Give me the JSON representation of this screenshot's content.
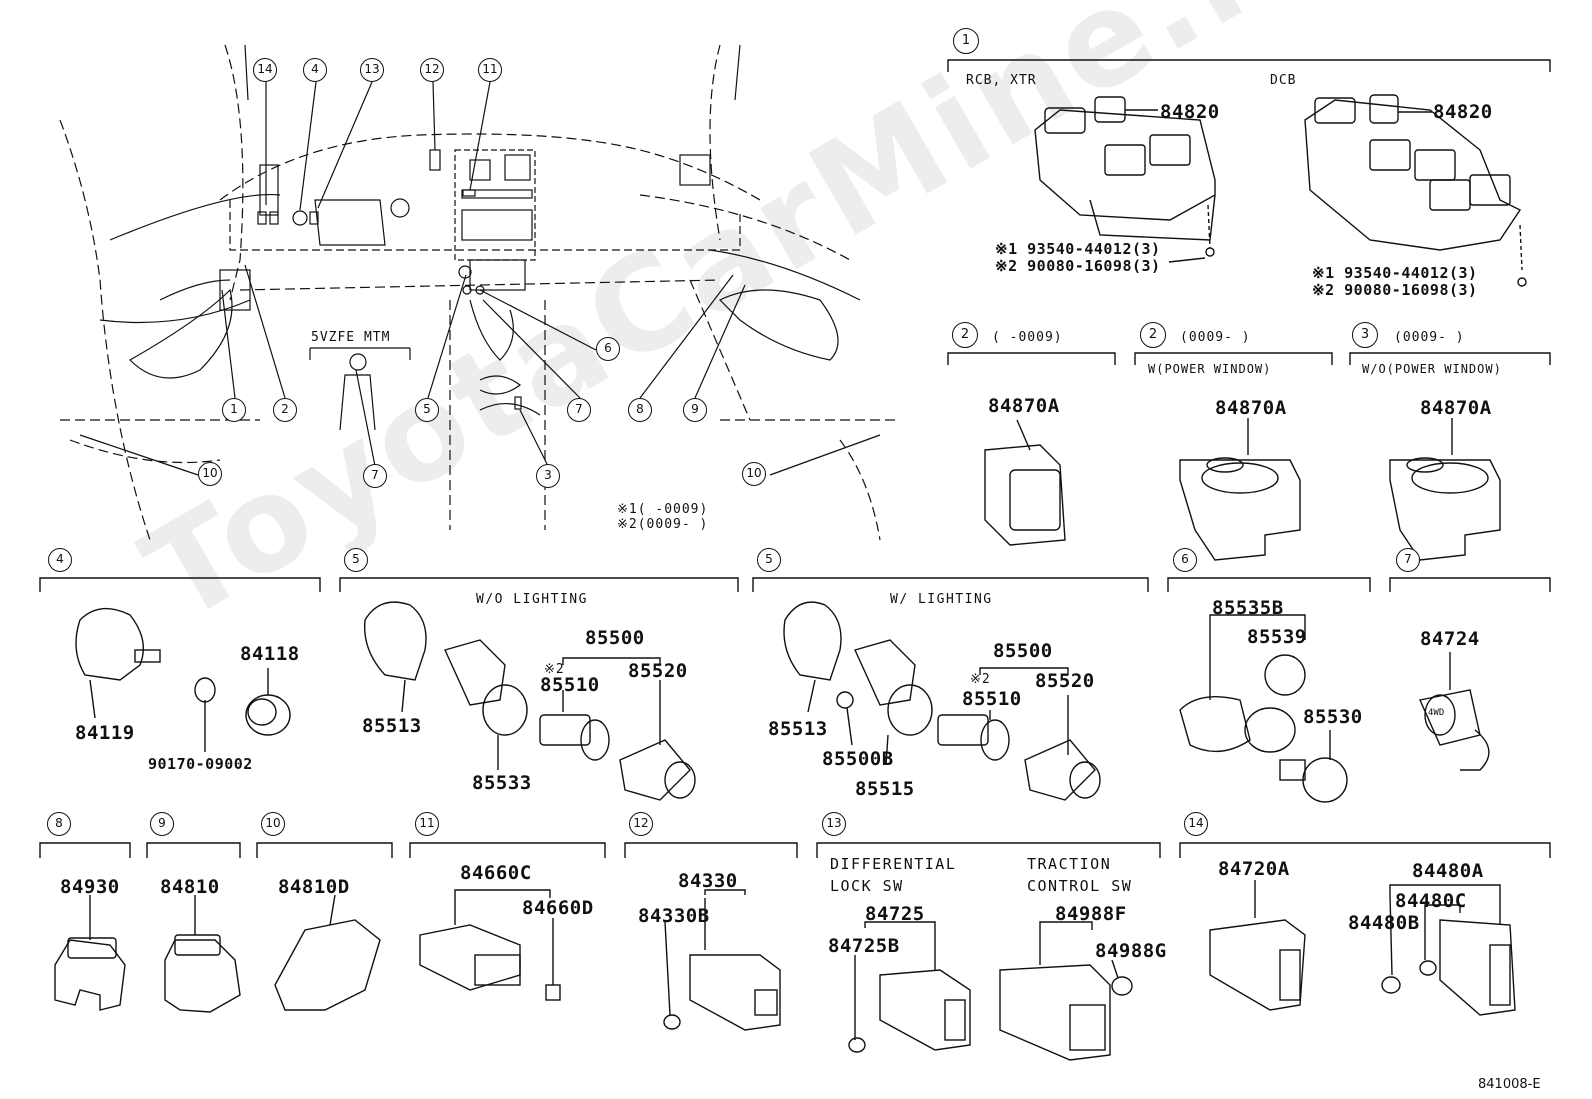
{
  "watermark": "ToyotaCarMine.ru",
  "callouts_overview": [
    "14",
    "4",
    "13",
    "12",
    "11",
    "1",
    "2",
    "5",
    "7",
    "6",
    "8",
    "9",
    "10",
    "7",
    "3",
    "10"
  ],
  "sections": {
    "s1": {
      "num": "1",
      "left_head": "RCB, XTR",
      "right_head": "DCB",
      "left_pn": "84820",
      "right_pn": "84820",
      "l_b1": "※1 93540-44012(3)",
      "l_b2": "※2 90080-16098(3)",
      "r_b1": "※1 93540-44012(3)",
      "r_b2": "※2 90080-16098(3)"
    },
    "s2a": {
      "num": "2",
      "head": "(      -0009)",
      "pn": "84870A"
    },
    "s2b": {
      "num": "2",
      "head": "(0009-       )",
      "sub": "W(POWER WINDOW)",
      "pn": "84870A"
    },
    "s3": {
      "num": "3",
      "head": "(0009-       )",
      "sub": "W/O(POWER WINDOW)",
      "pn": "84870A"
    },
    "s4": {
      "num": "4",
      "p1": "84119",
      "p2": "84118",
      "p3": "90170-09002"
    },
    "s5a": {
      "num": "5",
      "head": "W/O LIGHTING",
      "p1": "85513",
      "p2": "85500",
      "p3": "※2",
      "p4": "85510",
      "p5": "85520",
      "p6": "85533"
    },
    "s5b": {
      "num": "5",
      "head": "W/ LIGHTING",
      "p1": "85513",
      "p2": "85500",
      "p3": "※2",
      "p4": "85510",
      "p5": "85520",
      "p6": "85500B",
      "p7": "85515"
    },
    "s6": {
      "num": "6",
      "p1": "85535B",
      "p2": "85539",
      "p3": "85530"
    },
    "s7": {
      "num": "7",
      "p1": "84724",
      "badge": "4WD"
    },
    "s8": {
      "num": "8",
      "p1": "84930"
    },
    "s9": {
      "num": "9",
      "p1": "84810"
    },
    "s10": {
      "num": "10",
      "p1": "84810D"
    },
    "s11": {
      "num": "11",
      "p1": "84660C",
      "p2": "84660D"
    },
    "s12": {
      "num": "12",
      "p1": "84330",
      "p2": "84330B"
    },
    "s13": {
      "num": "13",
      "h1": "DIFFERENTIAL",
      "h2": "LOCK SW",
      "h3": "TRACTION",
      "h4": "CONTROL SW",
      "p1": "84725",
      "p2": "84725B",
      "p3": "84988F",
      "p4": "84988G"
    },
    "s14": {
      "num": "14",
      "p1": "84720A",
      "p2": "84480A",
      "p3": "84480C",
      "p4": "84480B"
    }
  },
  "overview": {
    "engine": "5VZFE  MTM",
    "note1": "※1(      -0009)",
    "note2": "※2(0009-       )"
  },
  "figure_id": "841008-E"
}
